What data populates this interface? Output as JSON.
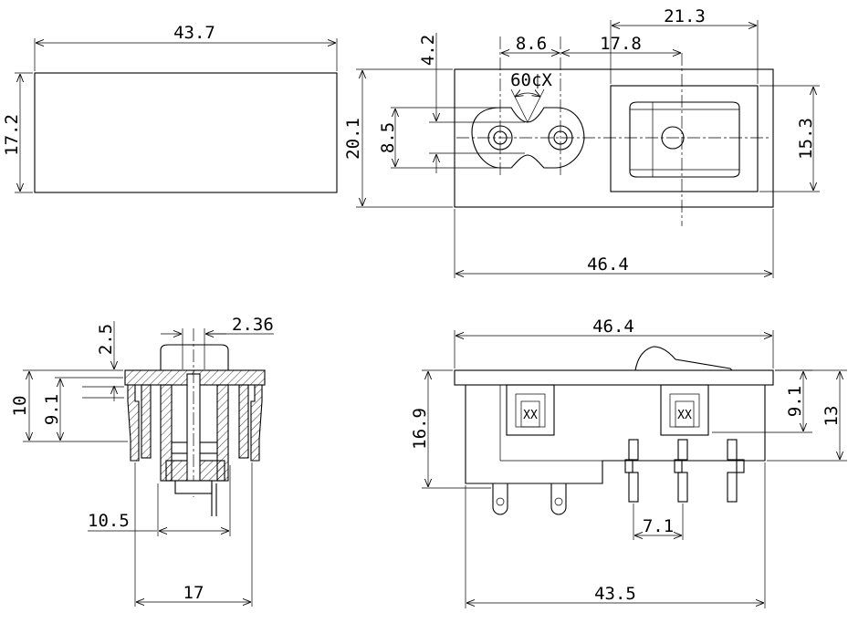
{
  "top_left_view": {
    "width": "43.7",
    "height": "17.2"
  },
  "front_view": {
    "overall_width": "46.4",
    "overall_height": "20.1",
    "pin_spacing": "8.6",
    "switch_offset": "17.8",
    "switch_width": "21.3",
    "switch_height": "15.3",
    "key_offset": "4.2",
    "pin_height": "8.5",
    "key_angle": "60¢X"
  },
  "side_view": {
    "height": "10",
    "inner_height": "9.1",
    "flange": "2.5",
    "pin_dia": "2.36",
    "body_width": "10.5",
    "base_width": "17"
  },
  "bottom_view": {
    "width": "46.4",
    "height": "16.9",
    "inner": "9.1",
    "total": "13",
    "pin_pitch": "7.1",
    "base_width": "43.5",
    "mark": "XX"
  }
}
